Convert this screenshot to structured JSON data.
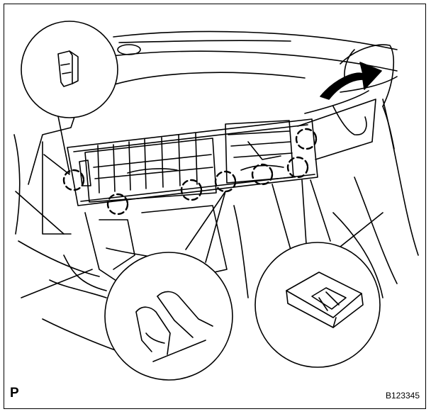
{
  "figure": {
    "corner_letter": "P",
    "figure_code": "B123345"
  },
  "icons": [
    "clip-detail-callout",
    "claw-clip-callout",
    "retainer-clip-callout",
    "pull-direction-arrow",
    "hand"
  ],
  "colors": {
    "line": "#000000",
    "background": "#ffffff"
  }
}
